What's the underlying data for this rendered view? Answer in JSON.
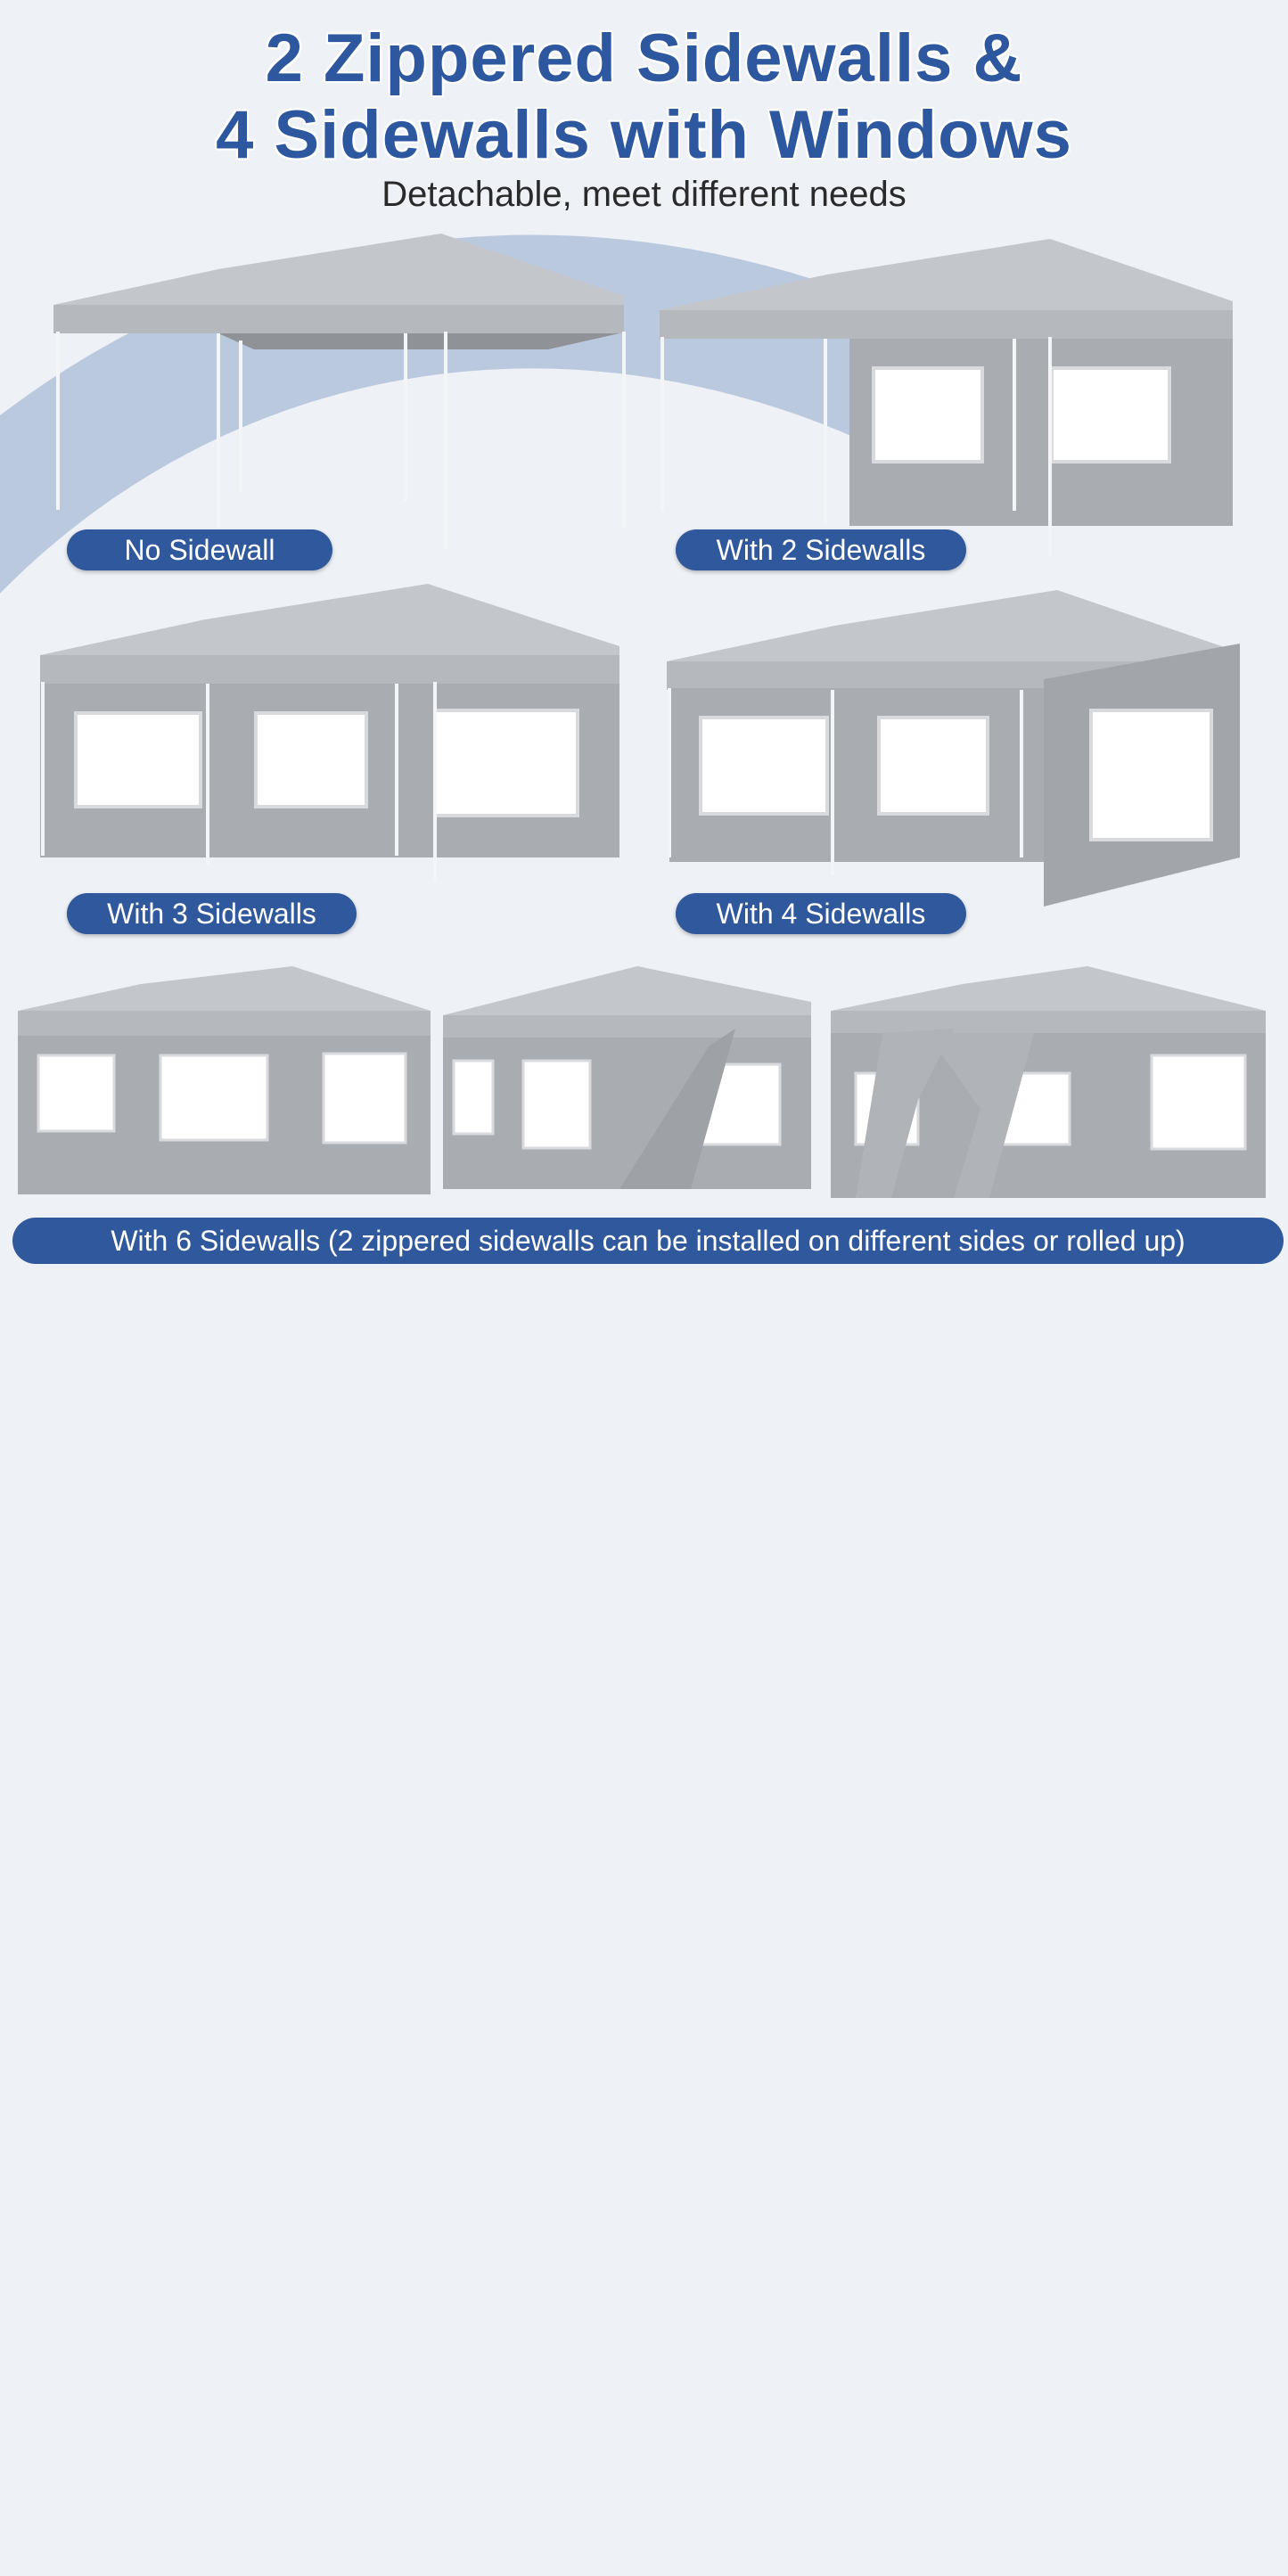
{
  "header": {
    "title_line1": "2 Zippered Sidewalls &",
    "title_line2": "4 Sidewalls with Windows",
    "subtitle": "Detachable, meet different needs"
  },
  "configurations": [
    {
      "label": "No Sidewall"
    },
    {
      "label": "With 2 Sidewalls"
    },
    {
      "label": "With 3 Sidewalls"
    },
    {
      "label": "With 4 Sidewalls"
    }
  ],
  "footer": {
    "label": "With 6 Sidewalls (2 zippered sidewalls can be installed on different sides or rolled up)"
  },
  "colors": {
    "accent": "#30589c",
    "title": "#2d58a0",
    "canopy": "#b9bcc0",
    "wall": "#a9adb2",
    "background": "#eef1f6"
  }
}
